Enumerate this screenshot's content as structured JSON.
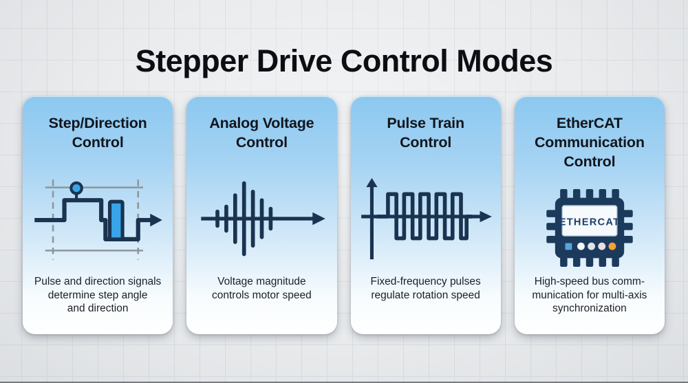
{
  "title": "Stepper Drive Control Modes",
  "cards": [
    {
      "title": "Step/Direction Control",
      "title_lines": [
        "Step/Direction",
        "Control"
      ],
      "description": "Pulse and direction signals determine step angle and direction",
      "description_lines": [
        "Pulse and direction signals",
        "determine step angle",
        "and direction"
      ],
      "icon": "step-direction-waveform-icon"
    },
    {
      "title": "Analog Voltage Control",
      "title_lines": [
        "Analog Voltage",
        "Control"
      ],
      "description": "Voltage magnitude controls motor speed",
      "description_lines": [
        "Voltage magnitude",
        "controls motor speed"
      ],
      "icon": "analog-voltage-waveform-icon"
    },
    {
      "title": "Pulse Train Control",
      "title_lines": [
        "Pulse Train",
        "Control"
      ],
      "description": "Fixed-frequency pulses regulate rotation speed",
      "description_lines": [
        "Fixed-frequency pulses",
        "regulate rotation speed"
      ],
      "icon": "pulse-train-waveform-icon"
    },
    {
      "title": "EtherCAT Communication Control",
      "title_lines": [
        "EtherCAT",
        "Communication",
        "Control"
      ],
      "description": "High-speed bus comm-munication for multi-axis synchronization",
      "description_lines": [
        "High-speed bus comm-",
        "munication for multi-axis",
        "synchronization"
      ],
      "icon": "ethercat-chip-icon",
      "chip_label": "ETHERCAT"
    }
  ],
  "colors": {
    "icon_navy": "#1a3350",
    "icon_accent_blue": "#38a5ea",
    "guide_gray": "#8e959c",
    "card_gradient_top": "#8cc8f0",
    "card_gradient_bottom": "#ffffff",
    "background": "#e9ebed",
    "title_text": "#0b0e12",
    "chip_led_blue": "#55a6d9",
    "chip_led_orange": "#f2a338"
  }
}
